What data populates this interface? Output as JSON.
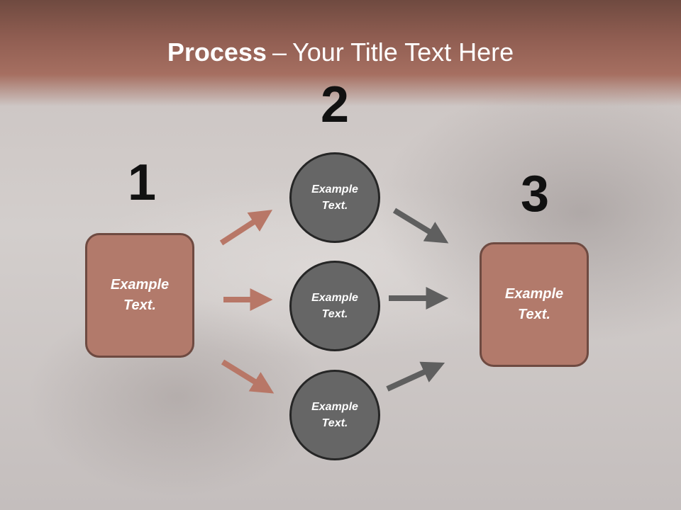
{
  "title": {
    "bold": "Process",
    "dash": "–",
    "rest": "Your Title Text Here"
  },
  "steps": {
    "one": "1",
    "two": "2",
    "three": "3"
  },
  "left_box": {
    "text": "Example Text."
  },
  "circles": [
    {
      "text": "Example Text."
    },
    {
      "text": "Example Text."
    },
    {
      "text": "Example Text."
    }
  ],
  "right_box": {
    "text": "Example Text."
  },
  "colors": {
    "header": "#a66f61",
    "box_fill": "#b27a6b",
    "circle_fill": "#666666",
    "arrow_in": "#b87767",
    "arrow_out": "#5f5f5f"
  }
}
